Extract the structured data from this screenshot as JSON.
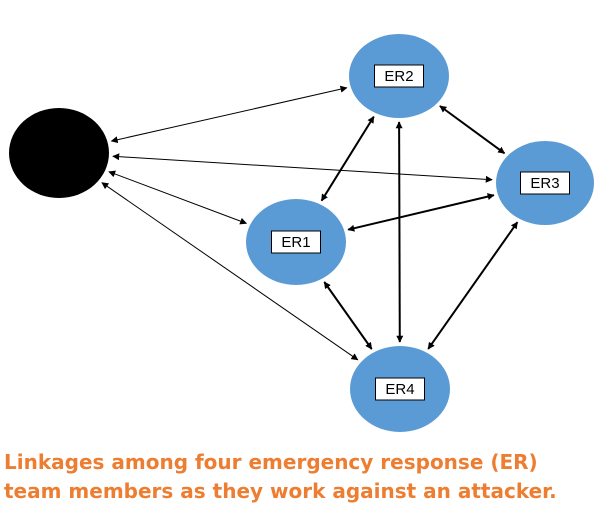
{
  "diagram": {
    "nodes": [
      {
        "id": "attacker",
        "label": "",
        "fill": "#000000"
      },
      {
        "id": "er1",
        "label": "ER1",
        "fill": "#5b9bd5"
      },
      {
        "id": "er2",
        "label": "ER2",
        "fill": "#5b9bd5"
      },
      {
        "id": "er3",
        "label": "ER3",
        "fill": "#5b9bd5"
      },
      {
        "id": "er4",
        "label": "ER4",
        "fill": "#5b9bd5"
      }
    ],
    "edges": [
      {
        "from": "attacker",
        "to": "er2",
        "weight": "thin"
      },
      {
        "from": "attacker",
        "to": "er3",
        "weight": "thin"
      },
      {
        "from": "attacker",
        "to": "er1",
        "weight": "thin"
      },
      {
        "from": "attacker",
        "to": "er4",
        "weight": "thin"
      },
      {
        "from": "er1",
        "to": "er2",
        "weight": "thick"
      },
      {
        "from": "er2",
        "to": "er3",
        "weight": "thick"
      },
      {
        "from": "er1",
        "to": "er3",
        "weight": "thick"
      },
      {
        "from": "er2",
        "to": "er4",
        "weight": "thick"
      },
      {
        "from": "er1",
        "to": "er4",
        "weight": "thick"
      },
      {
        "from": "er3",
        "to": "er4",
        "weight": "thick"
      }
    ],
    "arrow_color": "#000000"
  },
  "caption": {
    "text": "Linkages among four emergency response (ER) team members as they work against an attacker.",
    "color": "#ed7d31"
  }
}
